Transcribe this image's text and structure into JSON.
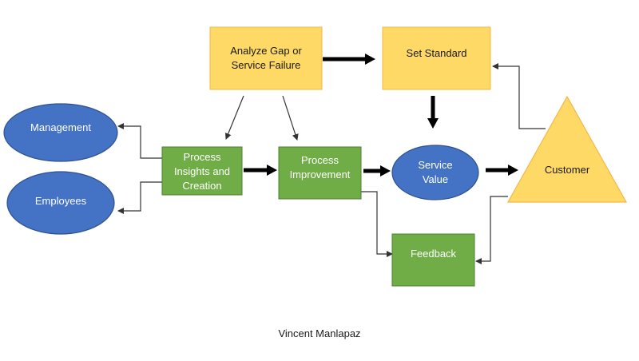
{
  "colors": {
    "yellow_fill": "#FFD966",
    "yellow_border": "#F2B84B",
    "green_fill": "#70AD47",
    "green_border": "#507E32",
    "blue_fill": "#4472C4",
    "blue_border": "#2F528F",
    "arrow": "#000000",
    "connector": "#333333"
  },
  "nodes": {
    "analyze": "Analyze Gap or\nService Failure",
    "set_standard": "Set Standard",
    "management": "Management",
    "employees": "Employees",
    "process_insights": "Process\nInsights and\nCreation",
    "process_improvement": "Process\nImprovement",
    "service_value": "Service\nValue",
    "customer": "Customer",
    "feedback": "Feedback"
  },
  "author": "Vincent Manlapaz"
}
